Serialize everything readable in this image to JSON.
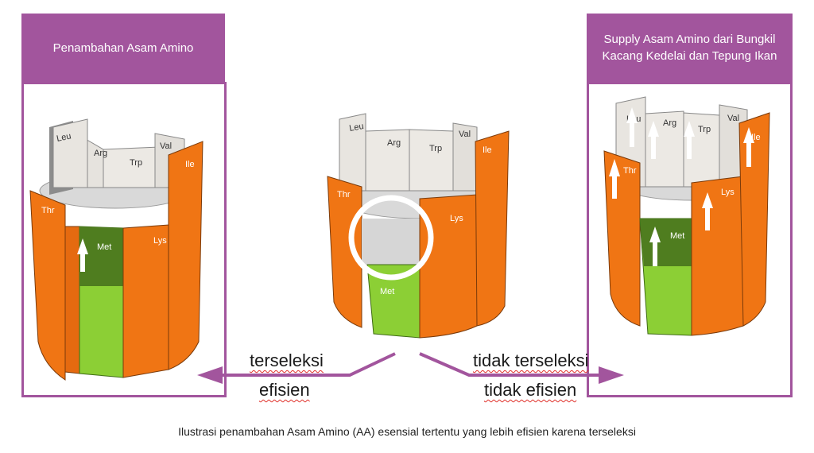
{
  "header_left": "Penambahan Asam Amino",
  "header_right": "Supply Asam Amino dari Bungkil Kacang Kedelai dan Tepung Ikan",
  "labels": {
    "left_top": "terseleksi",
    "left_bottom": "efisien",
    "right_top": "tidak terseleksi",
    "right_bottom": "tidak efisien"
  },
  "amino_acids": {
    "leu": "Leu",
    "arg": "Arg",
    "trp": "Trp",
    "val": "Val",
    "ile": "Ile",
    "thr": "Thr",
    "met": "Met",
    "lys": "Lys"
  },
  "caption": "Ilustrasi penambahan Asam Amino (AA) esensial tertentu yang lebih efisien karena terseleksi",
  "colors": {
    "purple": "#a2559d",
    "orange": "#f07514",
    "green": "#8ccf35",
    "dark_green": "#4f7d1f",
    "gray": "#cfcfcf"
  }
}
